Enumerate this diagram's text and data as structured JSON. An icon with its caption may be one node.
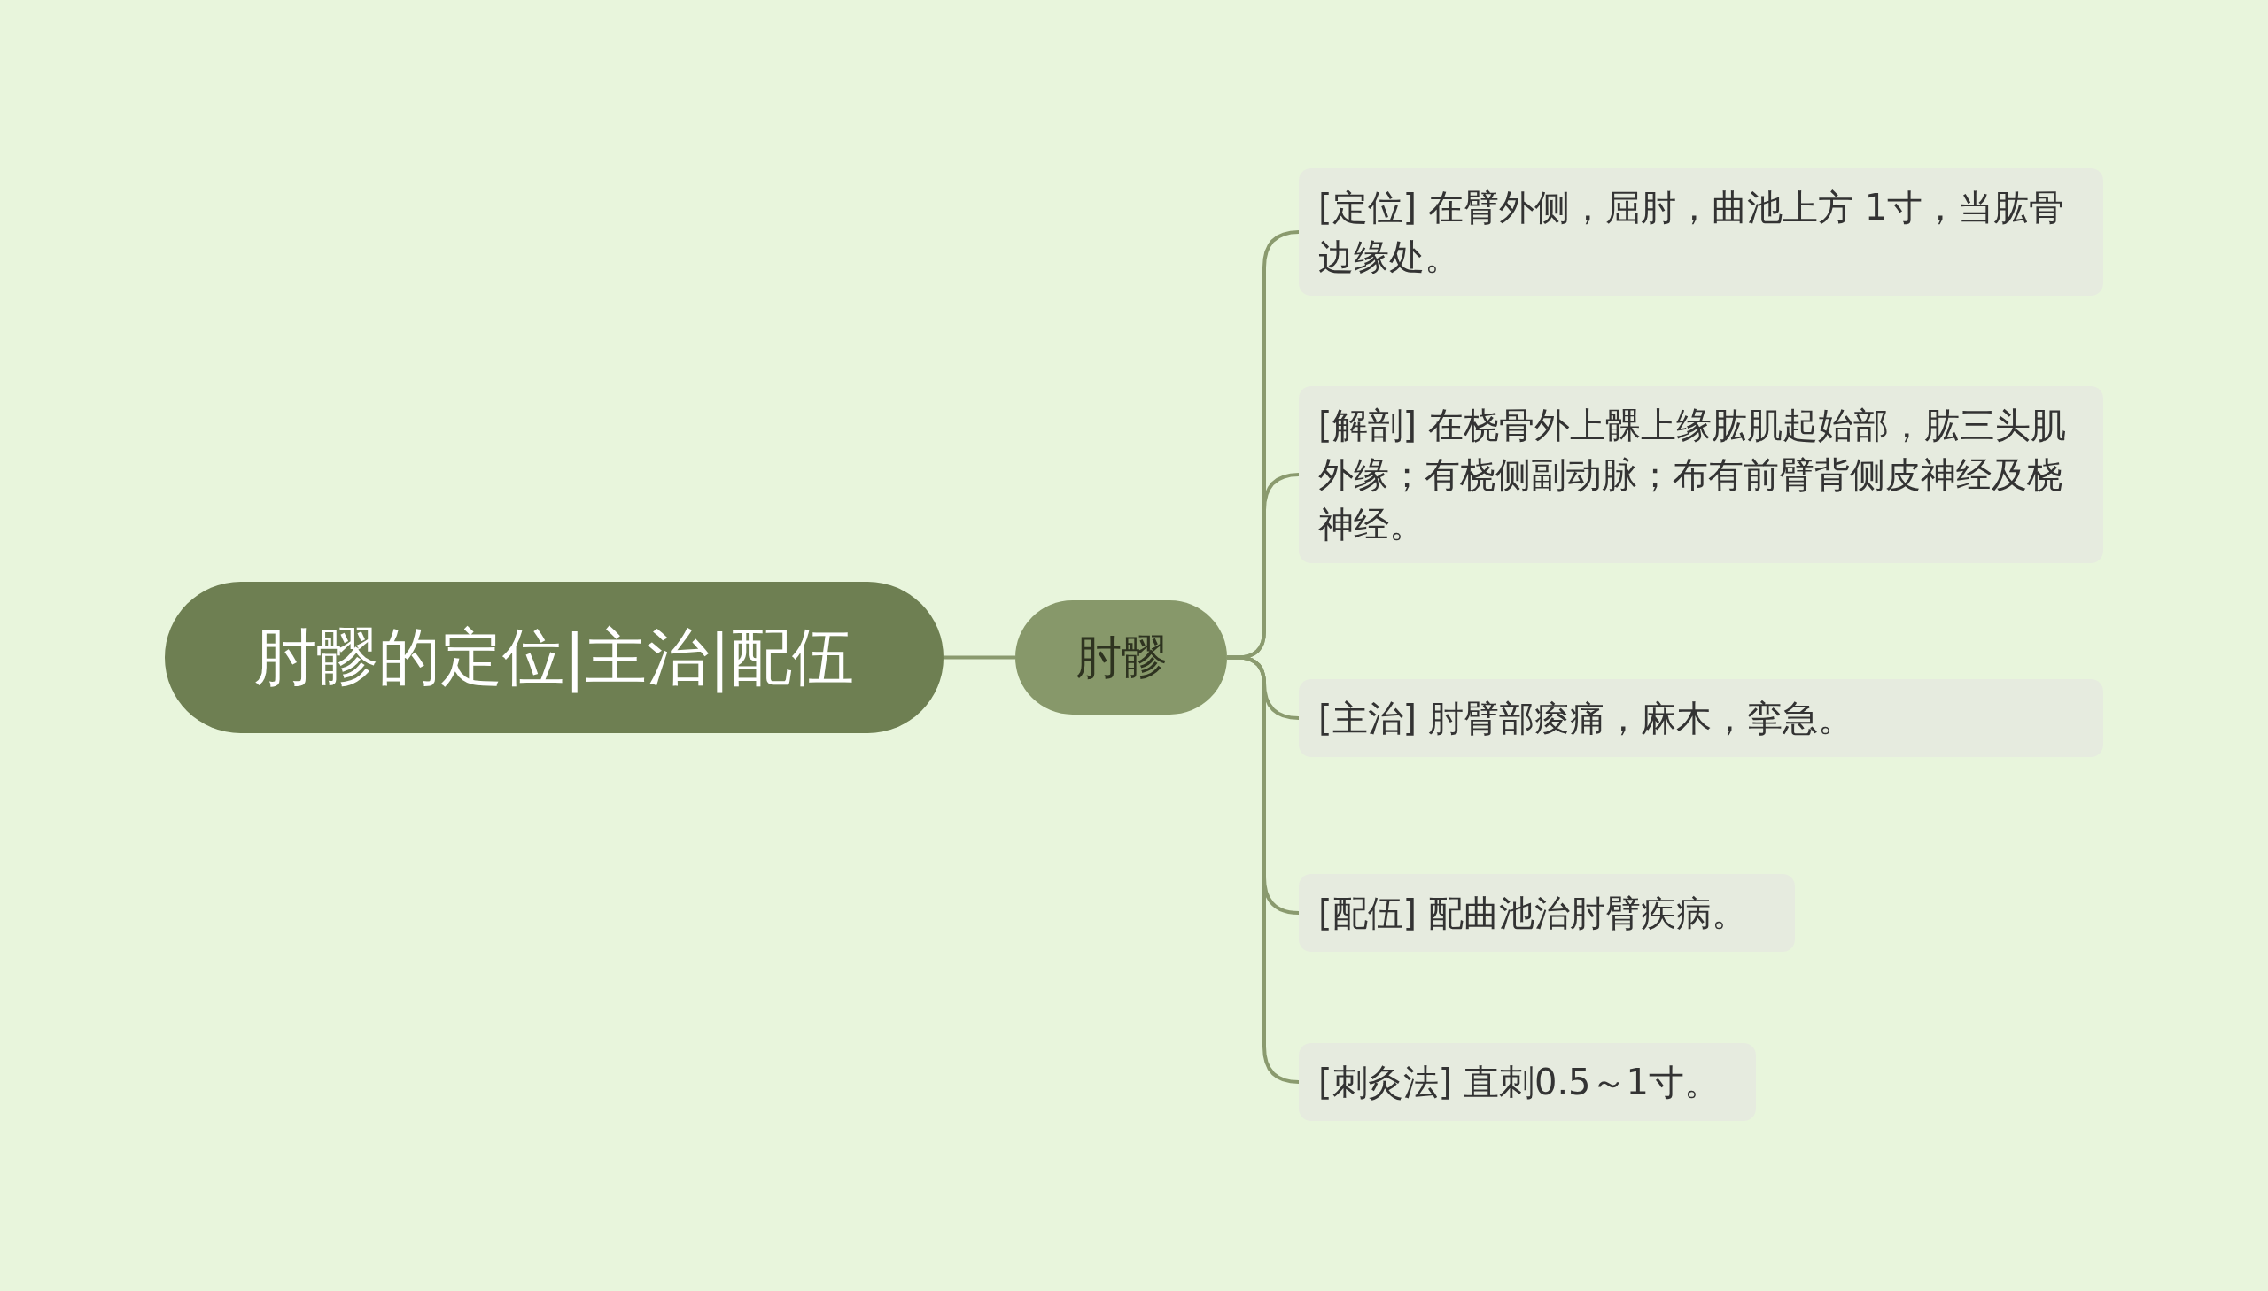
{
  "diagram": {
    "nodes": [
      {
        "text": [
          "肘髎的定位|主治|配伍"
        ]
      },
      {
        "text": [
          "肘髎"
        ]
      },
      {
        "text": [
          "[定位] 在臂外侧，屈肘，曲池上方 1寸，当肱骨边缘处。"
        ]
      },
      {
        "text": [
          "[解剖] 在桡骨外上髁上缘肱肌起始部，肱三头肌外缘；有桡侧副动脉；布有前臂背侧皮神经及桡神经。"
        ]
      },
      {
        "text": [
          "[主治] 肘臂部痠痛，麻木，挛急。"
        ]
      },
      {
        "text": [
          "[配伍] 配曲池治肘臂疾病。"
        ]
      },
      {
        "text": [
          "[刺灸法] 直刺0.5～1寸。"
        ]
      }
    ],
    "edges": [
      {
        "from": 0,
        "to": 1,
        "arrow": "none"
      },
      {
        "from": 1,
        "to": 2,
        "arrow": "none"
      },
      {
        "from": 1,
        "to": 3,
        "arrow": "none"
      },
      {
        "from": 1,
        "to": 4,
        "arrow": "none"
      },
      {
        "from": 1,
        "to": 5,
        "arrow": "none"
      },
      {
        "from": 1,
        "to": 6,
        "arrow": "none"
      }
    ]
  }
}
